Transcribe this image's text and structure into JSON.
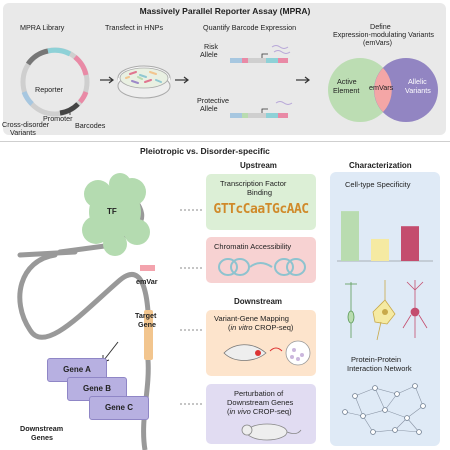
{
  "top": {
    "title": "Massively Parallel Reporter Assay (MPRA)",
    "mpra_library": "MPRA Library",
    "reporter": "Reporter",
    "promoter": "Promoter",
    "cross_disorder": "Cross-disorder",
    "variants": "Variants",
    "barcodes": "Barcodes",
    "transfect": "Transfect in HNPs",
    "quantify": "Quantify Barcode Expression",
    "risk": "Risk",
    "allele_1": "Allele",
    "protective": "Protective",
    "allele_2": "Allele",
    "define_1": "Define",
    "define_2": "Expression-modulating Variants",
    "define_3": "(emVars)",
    "active_1": "Active",
    "active_2": "Element",
    "emvars": "emVars",
    "allelic_1": "Allelic",
    "allelic_2": "Variants"
  },
  "bottom": {
    "title": "Pleiotropic vs. Disorder-specific",
    "tf": "TF",
    "emvar": "emVar",
    "target_1": "Target",
    "target_2": "Gene",
    "gene_a": "Gene A",
    "gene_b": "Gene B",
    "gene_c": "Gene C",
    "downstream_genes_1": "Downstream",
    "downstream_genes_2": "Genes",
    "upstream": "Upstream",
    "tfb_1": "Transcription Factor",
    "tfb_2": "Binding",
    "motif": "GTTcCaaTGcAAC",
    "chromatin": "Chromatin Accessibility",
    "downstream": "Downstream",
    "vgm_1": "Variant-Gene Mapping",
    "vgm_2a": "in vitro",
    "vgm_2b": " CROP-seq)",
    "pdg_1": "Perturbation of",
    "pdg_2": "Downstream Genes",
    "pdg_3a": "in vivo",
    "pdg_3b": " CROP-seq)",
    "characterization": "Characterization",
    "celltype": "Cell-type Specificity",
    "ppi_1": "Protein-Protein",
    "ppi_2": "Interaction Network"
  },
  "colors": {
    "green": "#b9dcb0",
    "pink": "#f4a6a6",
    "purple": "#8d80c0",
    "bar_yellow": "#f5eaa2",
    "bar_red": "#c44d6e",
    "tf_green": "#b4dbb0",
    "emvar_pink": "#f3a3ad",
    "target_orange": "#f2c58e"
  },
  "celltype_chart": {
    "type": "bar",
    "values": [
      0.86,
      0.38,
      0.6
    ]
  }
}
